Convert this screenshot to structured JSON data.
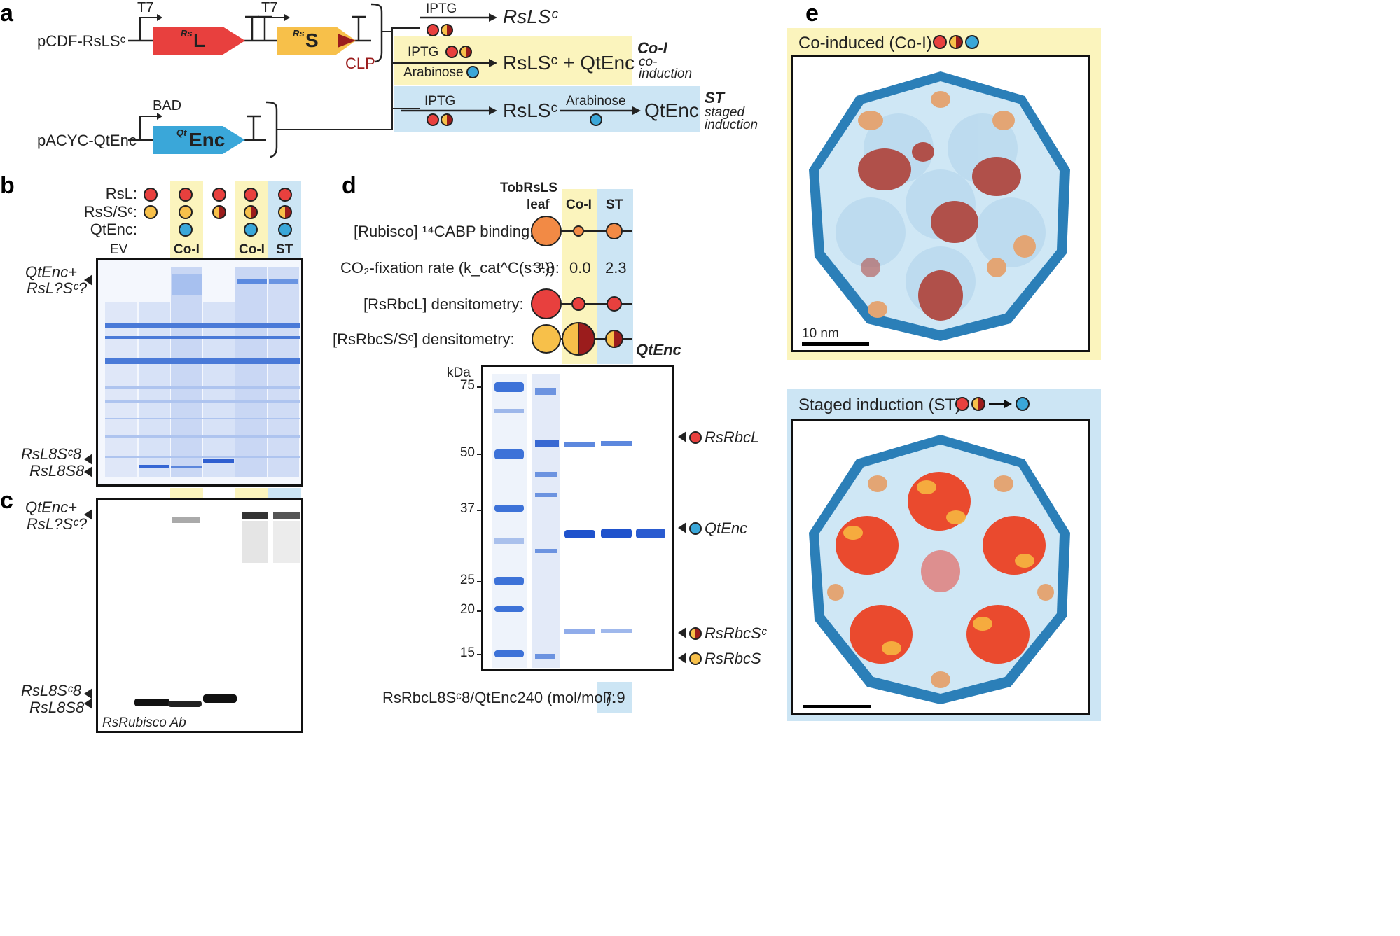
{
  "panel_labels": {
    "a": "a",
    "b": "b",
    "c": "c",
    "d": "d",
    "e": "e"
  },
  "panel_a": {
    "plasmid1": "pCDF-RsLSᶜ",
    "plasmid2": "pACYC-QtEnc",
    "promoter_t7": "T7",
    "promoter_bad": "BAD",
    "gene_l": "L",
    "gene_s": "S",
    "gene_enc": "Enc",
    "gene_l_sup": "Rs",
    "gene_s_sup": "Rs",
    "gene_enc_sup": "Qt",
    "clp": "CLP",
    "iptg": "IPTG",
    "arabinose": "Arabinose",
    "product_top": "RsLSᶜ",
    "product_coi": "RsLSᶜ + QtEnc",
    "product_st_1": "RsLSᶜ",
    "product_st_2": "QtEnc",
    "coi_title": "Co-I",
    "coi_sub1": "co-",
    "coi_sub2": "induction",
    "st_title": "ST",
    "st_sub1": "staged",
    "st_sub2": "induction"
  },
  "panel_b": {
    "row_labels": [
      "RsL:",
      "RsS/Sᶜ:",
      "QtEnc:"
    ],
    "lane_labels": [
      "EV",
      "",
      "Co-I",
      "",
      "Co-I",
      "ST"
    ],
    "marker_top_1": "QtEnc+",
    "marker_top_2": "RsL?Sᶜ?",
    "marker_mid_1": "RsL8Sᶜ8",
    "marker_mid_2": "RsL8S8"
  },
  "panel_c": {
    "marker_top_1": "QtEnc+",
    "marker_top_2": "RsL?Sᶜ?",
    "marker_mid_1": "RsL8Sᶜ8",
    "marker_mid_2": "RsL8S8",
    "antibody": "RsRubisco Ab"
  },
  "panel_d": {
    "col_header_1a": "TobRsLS",
    "col_header_1b": "leaf",
    "col_header_2": "Co-I",
    "col_header_3": "ST",
    "row1": "[Rubisco] ¹⁴CABP binding:",
    "row2": "CO₂-fixation rate (k_cat^C(s⁻¹)):",
    "row3": "[RsRbcL] densitometry:",
    "row4": "[RsRbcS/Sᶜ] densitometry:",
    "rates": [
      "3.8",
      "0.0",
      "2.3"
    ],
    "qtenc_header": "QtEnc",
    "kda": "kDa",
    "kda_ticks": [
      "75",
      "50",
      "37",
      "25",
      "20",
      "15"
    ],
    "band_labels": [
      "RsRbcL",
      "QtEnc",
      "RsRbcSᶜ",
      "RsRbcS"
    ],
    "ratio_label": "RsRbcL8Sᶜ8/QtEnc240 (mol/mol):",
    "ratio_value": "7.9"
  },
  "panel_e": {
    "coi_title": "Co-induced (Co-I)",
    "st_title": "Staged induction (ST)",
    "scale": "10 nm"
  },
  "colors": {
    "red": "#e8403e",
    "yellow": "#f7c04a",
    "blue": "#3aa7d9",
    "darkred": "#9b1c1c",
    "hl_yellow": "#fbf4bd",
    "hl_blue": "#cce5f4",
    "gel_blue": "#3c6fd6"
  }
}
